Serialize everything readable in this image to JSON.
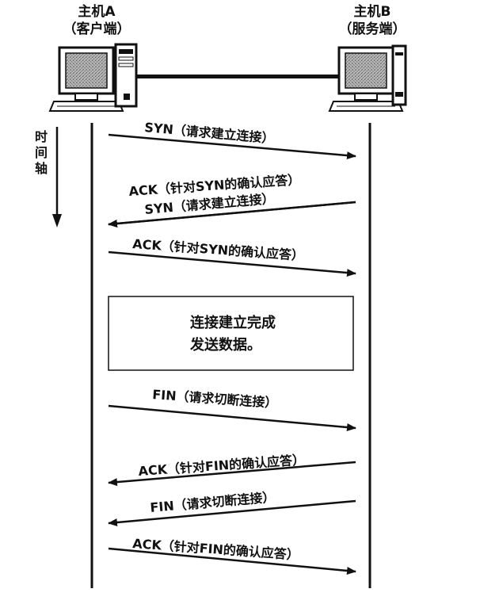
{
  "hosts": {
    "a": {
      "name": "主机A",
      "role": "（客户端）"
    },
    "b": {
      "name": "主机B",
      "role": "（服务端）"
    }
  },
  "time_axis": [
    "时",
    "间",
    "轴"
  ],
  "messages": [
    {
      "id": "syn-1",
      "label": "SYN（请求建立连接）",
      "direction": "A-to-B"
    },
    {
      "id": "ack-syn-b",
      "label": "ACK（针对SYN的确认应答）",
      "direction": "B-to-A"
    },
    {
      "id": "syn-2",
      "label": "SYN（请求建立连接）",
      "direction": "B-to-A"
    },
    {
      "id": "ack-syn-a",
      "label": "ACK（针对SYN的确认应答）",
      "direction": "A-to-B"
    },
    {
      "id": "fin-1",
      "label": "FIN（请求切断连接）",
      "direction": "A-to-B"
    },
    {
      "id": "ack-fin-b",
      "label": "ACK（针对FIN的确认应答）",
      "direction": "B-to-A"
    },
    {
      "id": "fin-2",
      "label": "FIN（请求切断连接）",
      "direction": "B-to-A"
    },
    {
      "id": "ack-fin-a",
      "label": "ACK（针对FIN的确认应答）",
      "direction": "A-to-B"
    }
  ],
  "data_box": {
    "line1": "连接建立完成",
    "line2": "发送数据。"
  },
  "colors": {
    "ink": "#111111",
    "screen": "#9a9a9a",
    "background": "#ffffff"
  }
}
